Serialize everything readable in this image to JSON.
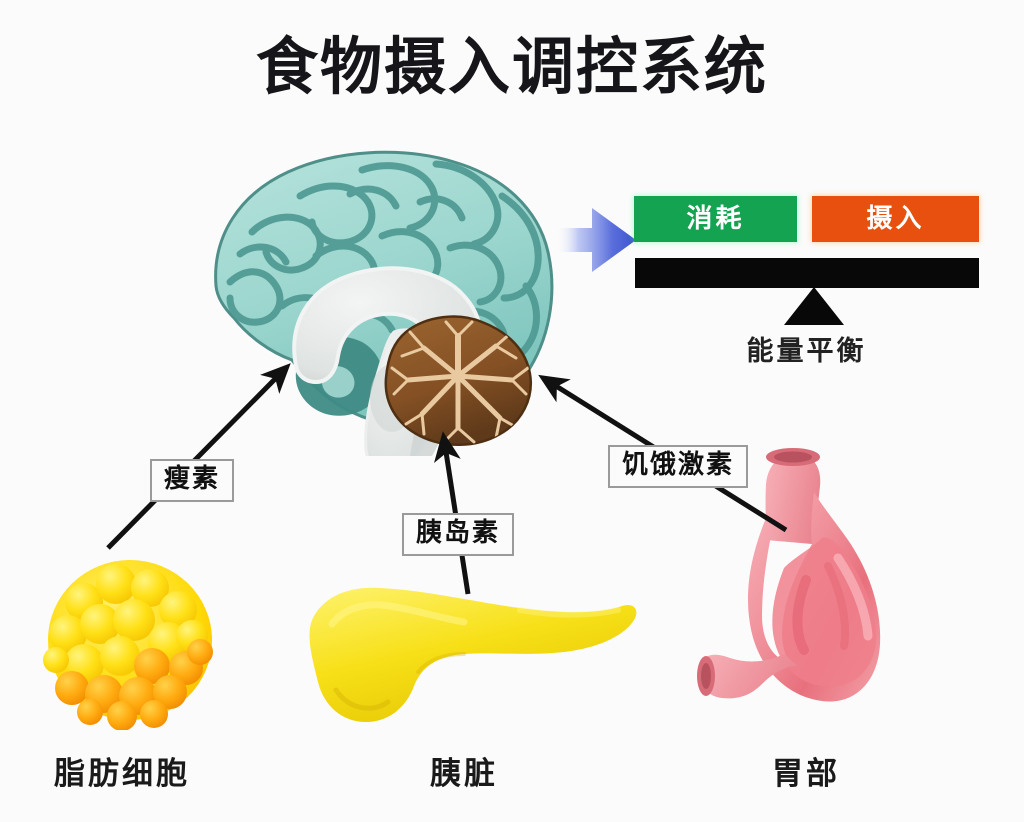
{
  "page": {
    "title": "食物摄入调控系统",
    "background_color": "#fbfbfb"
  },
  "energy_panel": {
    "consume_label": "消耗",
    "intake_label": "摄入",
    "caption": "能量平衡",
    "consume_color": "#13a351",
    "intake_color": "#e8500f",
    "bar_color": "#080808"
  },
  "hormones": [
    {
      "label": "瘦素",
      "from": "脂肪细胞",
      "to": "大脑"
    },
    {
      "label": "胰岛素",
      "from": "胰脏",
      "to": "大脑"
    },
    {
      "label": "饥饿激素",
      "from": "胃部",
      "to": "大脑"
    }
  ],
  "organs": [
    {
      "caption": "脂肪细胞",
      "color": "#ffd400"
    },
    {
      "caption": "胰脏",
      "color": "#f2dd22"
    },
    {
      "caption": "胃部",
      "color": "#f08a93"
    }
  ],
  "brain": {
    "cortex_color": "#9ed9d2",
    "cerebellum_color": "#8a5a2b",
    "brainstem_color": "#dfe3e2"
  },
  "flow_arrow": {
    "name": "blue-arrow",
    "color": "#4f63d8",
    "direction": "right"
  }
}
